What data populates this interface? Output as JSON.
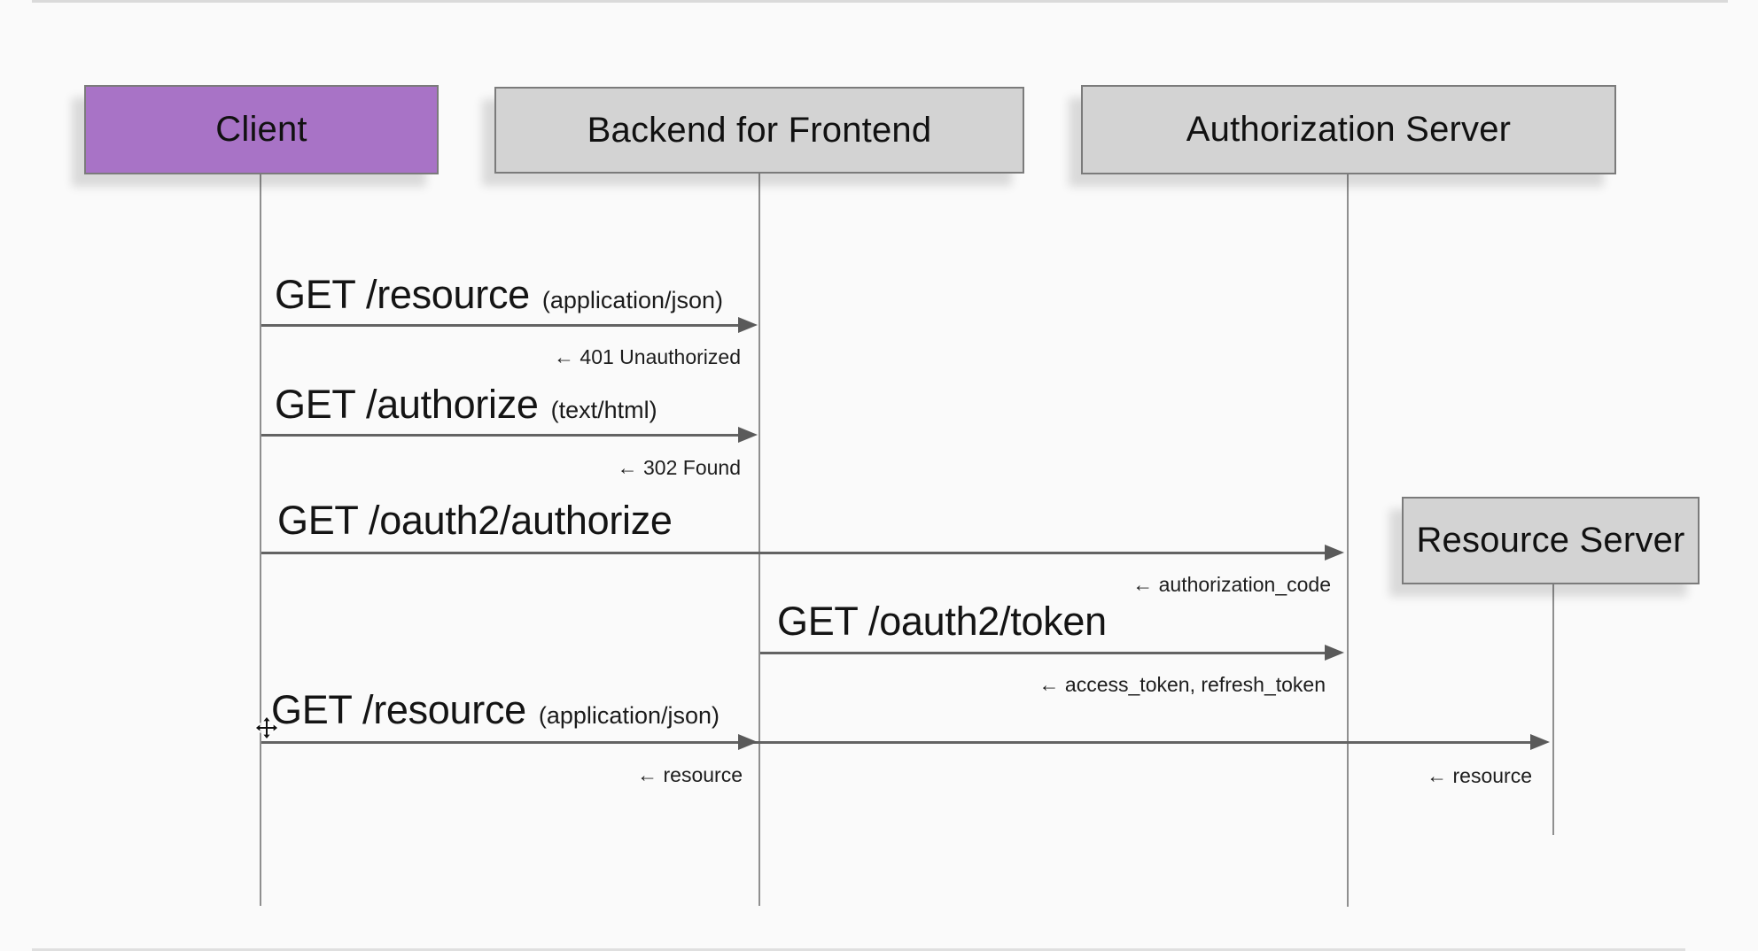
{
  "actors": [
    {
      "label": "Client"
    },
    {
      "label": "Backend for Frontend"
    },
    {
      "label": "Authorization Server"
    },
    {
      "label": "Resource Server"
    }
  ],
  "messages": {
    "m1": {
      "method": "GET /resource",
      "mime": "(application/json)"
    },
    "r1": "← 401 Unauthorized",
    "m2": {
      "method": "GET /authorize",
      "mime": "(text/html)"
    },
    "r2": "← 302 Found",
    "m3": {
      "method": "GET /oauth2/authorize"
    },
    "r3": "← authorization_code",
    "m4": {
      "method": "GET /oauth2/token"
    },
    "r4": "← access_token, refresh_token",
    "m5": {
      "method": "GET /resource",
      "mime": "(application/json)"
    },
    "r5_left": "← resource",
    "r5_right": "← resource"
  },
  "icons": {
    "cursor": "move-cursor-icon"
  },
  "colors": {
    "client_fill": "#a873c6",
    "actor_fill": "#d3d3d3",
    "actor_border": "#7b7b7b",
    "arrow": "#5f5f5f",
    "lifeline": "#8f8f8f",
    "text": "#161616",
    "background": "#fafafa"
  }
}
